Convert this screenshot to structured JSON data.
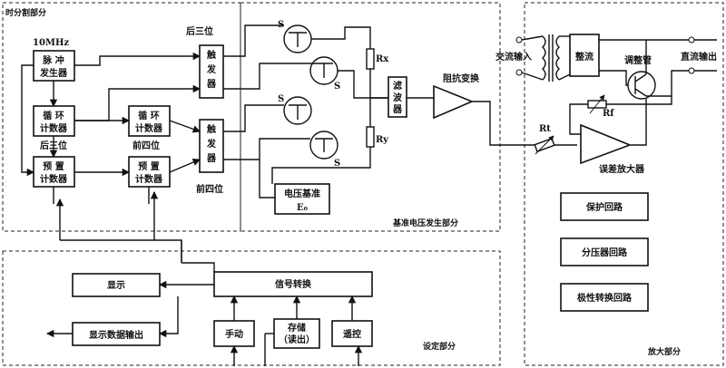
{
  "sections": {
    "time_division": "时分割部分",
    "reference_voltage": "基准电压发生部分",
    "setting": "设定部分",
    "amplifier": "放大部分"
  },
  "blocks": {
    "clock_freq": "10MHz",
    "pulse_generator": [
      "脉 冲",
      "发生器"
    ],
    "cycle_counter_1": [
      "循 环",
      "计数器"
    ],
    "cycle_counter_2": [
      "循 环",
      "计数器"
    ],
    "label_last3_left": "后三位",
    "label_last3_top": "后三位",
    "label_first4_mid": "前四位",
    "label_first4_right": "前四位",
    "preset_counter_1": [
      "预 置",
      "计数器"
    ],
    "preset_counter_2": [
      "预 置",
      "计数器"
    ],
    "trigger_1": [
      "触",
      "发",
      "器"
    ],
    "trigger_2": [
      "触",
      "发",
      "器"
    ],
    "filter": [
      "滤",
      "波",
      "器"
    ],
    "impedance_conversion": "阻抗变换",
    "voltage_reference": [
      "电压基准",
      "E₀"
    ],
    "rx": "Rx",
    "ry": "Ry",
    "s_label": "S",
    "ac_input": "交流输入",
    "rectifier": "整流",
    "regulator_tube": "调整管",
    "dc_output": "直流输出",
    "rf": "Rf",
    "rt": "Rt",
    "error_amplifier": "误差放大器",
    "protection_circuit": "保护回路",
    "divider_circuit": "分压器回路",
    "polarity_switch": "极性转换回路",
    "display": "显示",
    "signal_conversion": "信号转换",
    "display_data_output": "显示数据输出",
    "manual": "手动",
    "storage": [
      "存储",
      "（读出）"
    ],
    "remote": "遥控"
  }
}
